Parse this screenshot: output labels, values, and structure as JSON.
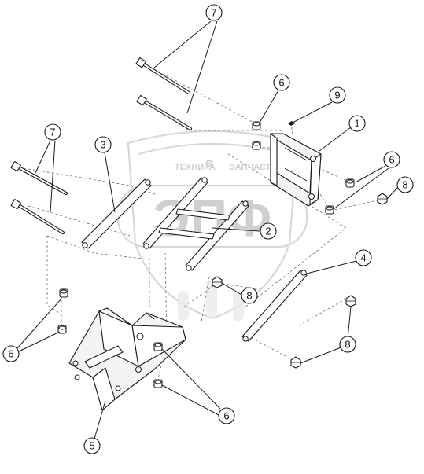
{
  "watermark": {
    "brand_letters": "ЭПФ",
    "left_word": "ТЕХНИКА",
    "right_word": "ЗАПЧАСТИ"
  },
  "callouts": [
    {
      "id": "c7a",
      "label": "7"
    },
    {
      "id": "c6a",
      "label": "6"
    },
    {
      "id": "c9",
      "label": "9"
    },
    {
      "id": "c1",
      "label": "1"
    },
    {
      "id": "c7b",
      "label": "7"
    },
    {
      "id": "c3",
      "label": "3"
    },
    {
      "id": "c6b",
      "label": "6"
    },
    {
      "id": "c8a",
      "label": "8"
    },
    {
      "id": "c2",
      "label": "2"
    },
    {
      "id": "c4",
      "label": "4"
    },
    {
      "id": "c8b",
      "label": "8"
    },
    {
      "id": "c6c",
      "label": "6"
    },
    {
      "id": "c8c",
      "label": "8"
    },
    {
      "id": "c6d",
      "label": "6"
    },
    {
      "id": "c5",
      "label": "5"
    }
  ]
}
